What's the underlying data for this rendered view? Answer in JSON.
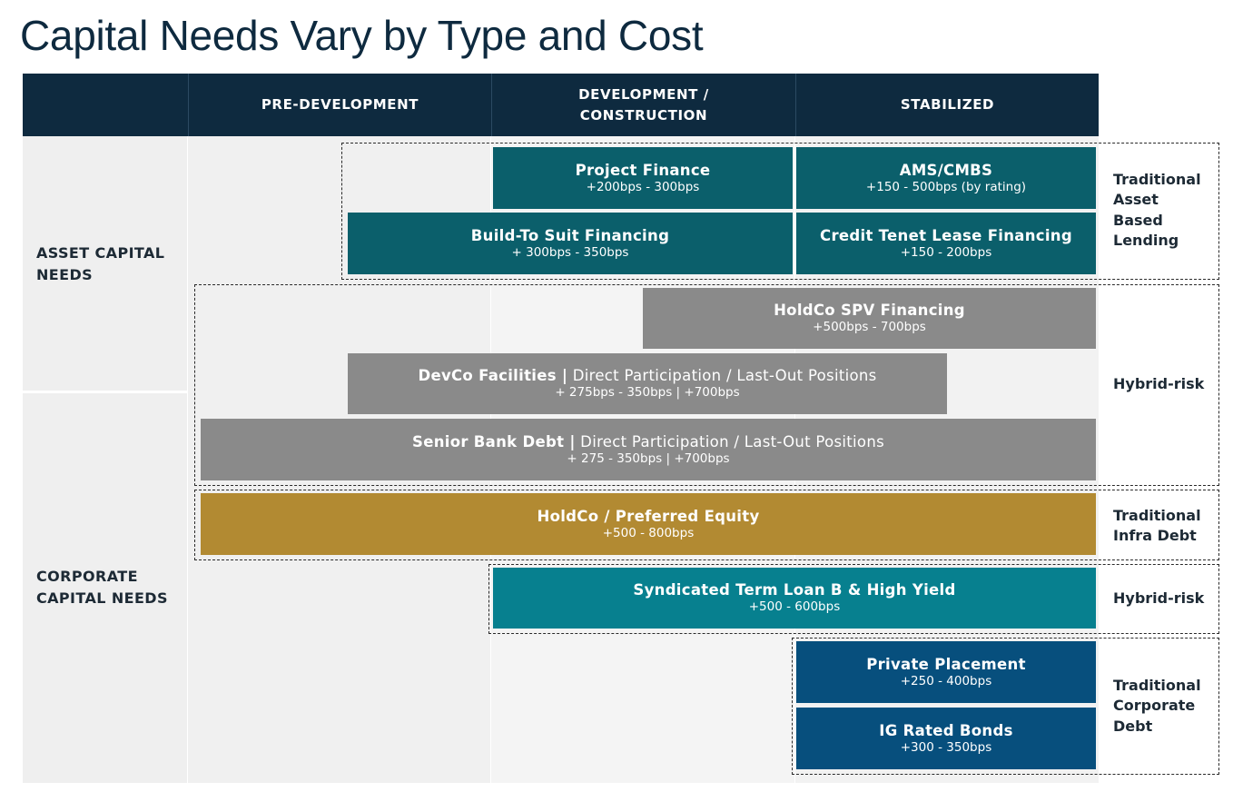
{
  "title": "Capital Needs Vary by Type and Cost",
  "columns": [
    "PRE-DEVELOPMENT",
    "DEVELOPMENT /\nCONSTRUCTION",
    "STABILIZED"
  ],
  "rows": [
    "ASSET CAPITAL\nNEEDS",
    "CORPORATE\nCAPITAL NEEDS"
  ],
  "bars": {
    "project_finance": {
      "title": "Project Finance",
      "sub": "+200bps - 300bps"
    },
    "ams_cmbs": {
      "title": "AMS/CMBS",
      "sub": "+150 - 500bps (by rating)"
    },
    "build_to_suit": {
      "title": "Build-To Suit Financing",
      "sub": "+ 300bps - 350bps"
    },
    "credit_tenet": {
      "title": "Credit Tenet Lease Financing",
      "sub": "+150 - 200bps"
    },
    "holdco_spv": {
      "title": "HoldCo SPV Financing",
      "sub": "+500bps - 700bps"
    },
    "devco": {
      "title": "DevCo Facilities |",
      "rest": " Direct Participation / Last-Out Positions",
      "sub": "+ 275bps - 350bps | +700bps"
    },
    "senior_bank": {
      "title": "Senior Bank Debt |",
      "rest": " Direct Participation / Last-Out Positions",
      "sub": "+ 275 - 350bps | +700bps"
    },
    "holdco_pref": {
      "title": "HoldCo / Preferred Equity",
      "sub": "+500 - 800bps"
    },
    "syndicated": {
      "title": "Syndicated Term Loan B & High Yield",
      "sub": "+500 - 600bps"
    },
    "private_placement": {
      "title": "Private Placement",
      "sub": "+250 - 400bps"
    },
    "ig_bonds": {
      "title": "IG Rated Bonds",
      "sub": "+300 - 350bps"
    }
  },
  "categories": {
    "traditional_asset": "Traditional\nAsset\nBased\nLending",
    "hybrid_1": "Hybrid-risk",
    "traditional_infra": "Traditional\nInfra Debt",
    "hybrid_2": "Hybrid-risk",
    "traditional_corporate": "Traditional\nCorporate\nDebt"
  },
  "colors": {
    "header": "#0e2a3f",
    "teal": "#0b5f6b",
    "teal_light": "#07808f",
    "gray": "#8a8a8a",
    "gold": "#b28a32",
    "navy": "#074f7d"
  }
}
